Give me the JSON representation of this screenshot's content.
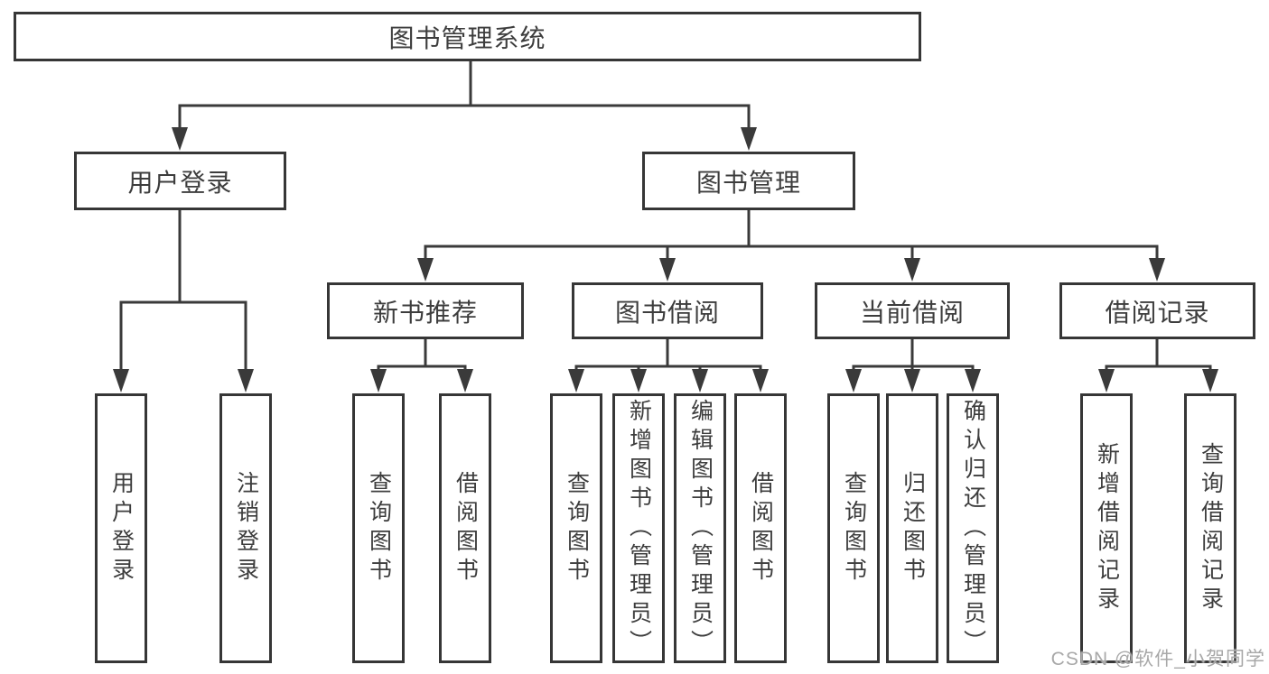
{
  "colors": {
    "line": "#3a3a3a",
    "box_border": "#363636",
    "text": "#3d3d3d",
    "background": "#ffffff",
    "watermark": "#a8a8a8"
  },
  "diagram": {
    "type": "hierarchy-tree",
    "root": {
      "label": "图书管理系统"
    },
    "children": [
      {
        "label": "用户登录",
        "children": [
          {
            "label": "用户登录"
          },
          {
            "label": "注销登录"
          }
        ]
      },
      {
        "label": "图书管理",
        "children": [
          {
            "label": "新书推荐",
            "children": [
              {
                "label": "查询图书"
              },
              {
                "label": "借阅图书"
              }
            ]
          },
          {
            "label": "图书借阅",
            "children": [
              {
                "label": "查询图书"
              },
              {
                "label": "新增图书（管理员）"
              },
              {
                "label": "编辑图书（管理员）"
              },
              {
                "label": "借阅图书"
              }
            ]
          },
          {
            "label": "当前借阅",
            "children": [
              {
                "label": "查询图书"
              },
              {
                "label": "归还图书"
              },
              {
                "label": "确认归还（管理员）"
              }
            ]
          },
          {
            "label": "借阅记录",
            "children": [
              {
                "label": "新增借阅记录"
              },
              {
                "label": "查询借阅记录"
              }
            ]
          }
        ]
      }
    ]
  },
  "watermark": {
    "text": "CSDN @软件_小贺同学"
  }
}
